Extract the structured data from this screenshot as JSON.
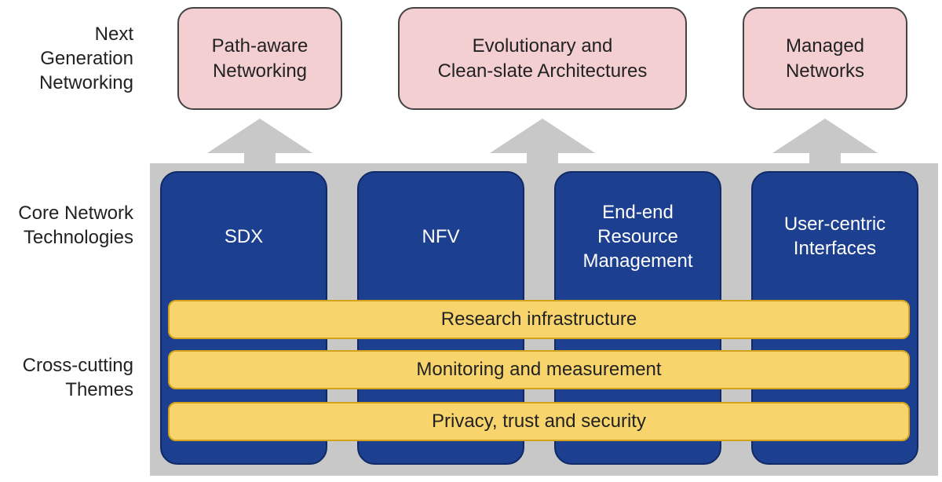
{
  "row_labels": {
    "next_generation": [
      "Next",
      "Generation",
      "Networking"
    ],
    "core": [
      "Core Network",
      "Technologies"
    ],
    "cross_cutting": [
      "Cross-cutting",
      "Themes"
    ]
  },
  "next_generation_boxes": [
    {
      "lines": [
        "Path-aware",
        "Networking"
      ]
    },
    {
      "lines": [
        "Evolutionary and",
        "Clean-slate Architectures"
      ]
    },
    {
      "lines": [
        "Managed",
        "Networks"
      ]
    }
  ],
  "core_technologies": [
    {
      "lines": [
        "SDX"
      ]
    },
    {
      "lines": [
        "NFV"
      ]
    },
    {
      "lines": [
        "End-end",
        "Resource",
        "Management"
      ]
    },
    {
      "lines": [
        "User-centric",
        "Interfaces"
      ]
    }
  ],
  "cross_cutting_themes": [
    "Research infrastructure",
    "Monitoring and measurement",
    "Privacy, trust and security"
  ],
  "colors": {
    "next_gen_box": "#f4cfd2",
    "core_tech_column": "#1c3f8f",
    "theme_bar": "#f8d56c",
    "panel": "#c8c8c8",
    "arrow": "#c8c8c8"
  }
}
